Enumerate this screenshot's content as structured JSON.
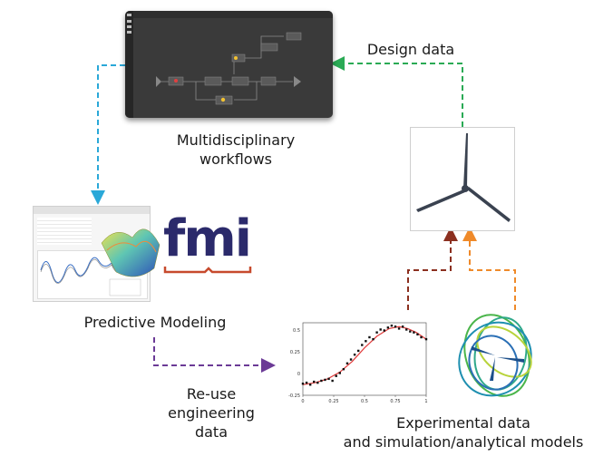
{
  "captions": {
    "workflows": "Multidisciplinary\nworkflows",
    "design_data": "Design data",
    "predictive": "Predictive Modeling",
    "reuse": "Re-use\nengineering data",
    "experimental": "Experimental data\nand simulation/analytical models"
  },
  "logo": {
    "text": "fmi",
    "color": "#2b2a6b",
    "accent": "#c74a2d"
  },
  "chart_data": {
    "type": "scatter",
    "x_ticks": [
      "0",
      "0.25",
      "0.5",
      "0.75",
      "1"
    ],
    "y_ticks": [
      "0.5",
      "0.25",
      "0",
      "-0.25"
    ],
    "xlim": [
      0,
      1
    ],
    "ylim": [
      -0.25,
      0.5
    ],
    "points": [
      [
        0.0,
        -0.13
      ],
      [
        0.03,
        -0.12
      ],
      [
        0.06,
        -0.14
      ],
      [
        0.09,
        -0.11
      ],
      [
        0.12,
        -0.12
      ],
      [
        0.15,
        -0.1
      ],
      [
        0.18,
        -0.09
      ],
      [
        0.21,
        -0.08
      ],
      [
        0.24,
        -0.1
      ],
      [
        0.27,
        -0.05
      ],
      [
        0.3,
        -0.02
      ],
      [
        0.33,
        0.02
      ],
      [
        0.36,
        0.08
      ],
      [
        0.39,
        0.12
      ],
      [
        0.42,
        0.17
      ],
      [
        0.45,
        0.21
      ],
      [
        0.48,
        0.27
      ],
      [
        0.51,
        0.31
      ],
      [
        0.54,
        0.35
      ],
      [
        0.57,
        0.33
      ],
      [
        0.6,
        0.4
      ],
      [
        0.63,
        0.43
      ],
      [
        0.66,
        0.42
      ],
      [
        0.69,
        0.45
      ],
      [
        0.72,
        0.47
      ],
      [
        0.75,
        0.46
      ],
      [
        0.78,
        0.44
      ],
      [
        0.81,
        0.46
      ],
      [
        0.84,
        0.43
      ],
      [
        0.87,
        0.41
      ],
      [
        0.9,
        0.4
      ],
      [
        0.93,
        0.38
      ],
      [
        0.96,
        0.35
      ],
      [
        1.0,
        0.33
      ]
    ],
    "fit": [
      [
        0.0,
        -0.14
      ],
      [
        0.1,
        -0.12
      ],
      [
        0.2,
        -0.08
      ],
      [
        0.3,
        -0.01
      ],
      [
        0.4,
        0.1
      ],
      [
        0.5,
        0.24
      ],
      [
        0.6,
        0.36
      ],
      [
        0.7,
        0.44
      ],
      [
        0.78,
        0.46
      ],
      [
        0.85,
        0.44
      ],
      [
        0.92,
        0.4
      ],
      [
        1.0,
        0.33
      ]
    ],
    "point_color": "#111111",
    "fit_color": "#e23b3b"
  },
  "colors": {
    "arrow_blue": "#2aa8d8",
    "arrow_green": "#2aaa55",
    "arrow_purple": "#6b3a96",
    "arrow_brown": "#8b2f1f",
    "arrow_orange": "#ef8a2a"
  },
  "icons": {
    "turbine": "wind-turbine-icon",
    "spiral": "simulation-spiral-icon",
    "surface": "response-surface-icon"
  }
}
